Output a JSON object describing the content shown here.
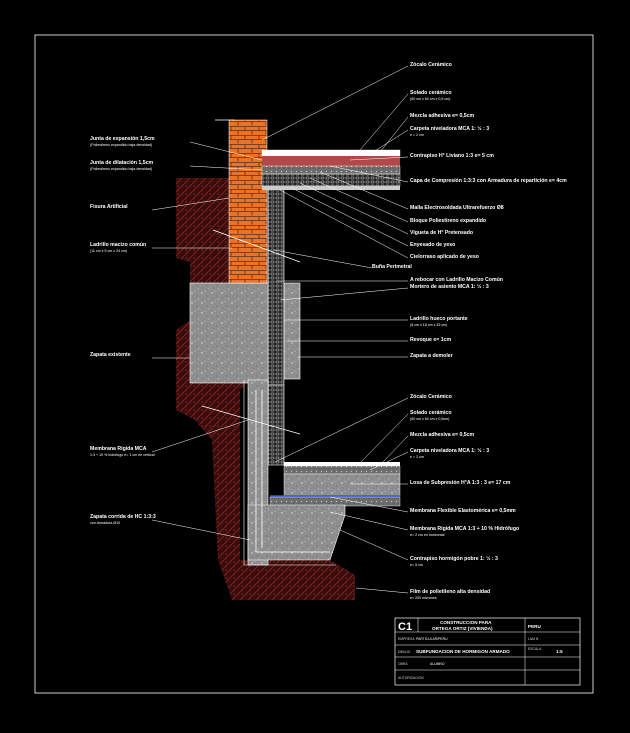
{
  "drawing": {
    "title_block": {
      "sheet_code": "C1",
      "line1": "CONSTRUCCION PARA",
      "line2": "ORTEGA ORTIZ (VIVIENDA)",
      "country": "PERU",
      "field_a_key": "EMPRESA",
      "field_a_val": "PARTICULAR/PERU",
      "field_b_key": "DIBUJO",
      "field_b_val": "SUBFUNDACION DE HORMIGON ARMADO",
      "field_c_key": "OBRA",
      "field_c_val": "ALUMNO",
      "field_d_key": "LAM N",
      "field_d_val": "",
      "field_e_key": "ESCALA",
      "field_e_val": "1:5",
      "field_f_key": "AUTORIZACION",
      "field_f_val": ""
    },
    "labels_right": [
      {
        "text": "Zócalo Cerámico",
        "sub": ""
      },
      {
        "text": "Solado cerámico",
        "sub": "(60 cm x 60 cm x 0,5 cm)"
      },
      {
        "text": "Mezcla adhesiva e= 0,5cm",
        "sub": ""
      },
      {
        "text": "Carpeta niveladora MCA 1: ½ : 3",
        "sub": "e = 2 cm"
      },
      {
        "text": "Contrapiso H° Liviano 1:3 e= 5 cm",
        "sub": ""
      },
      {
        "text": "Capa de Compresión 1:3:3 con Armadura de repartición e= 4cm",
        "sub": ""
      },
      {
        "text": "Malla Electrosoldada Ultrarefuerzo Ø8",
        "sub": ""
      },
      {
        "text": "Bloque Poliestireno expandido",
        "sub": ""
      },
      {
        "text": "Vigueta de H° Pretensado",
        "sub": ""
      },
      {
        "text": "Enyesado de yeso",
        "sub": ""
      },
      {
        "text": "Cielorraso aplicado de yeso",
        "sub": ""
      },
      {
        "text": "Buña Perimetral",
        "sub": ""
      },
      {
        "text": "A rebocar con Ladrillo Macizo Común",
        "sub": ""
      },
      {
        "text": "Mortero de asiento MCA 1: ½ : 3",
        "sub": ""
      },
      {
        "text": "Ladrillo hueco portante",
        "sub": "(8 cm x 18 cm x 33 cm)"
      },
      {
        "text": "Revoque e= 1cm",
        "sub": ""
      },
      {
        "text": "Zapata a demoler",
        "sub": ""
      },
      {
        "text": "Zócalo Cerámico",
        "sub": ""
      },
      {
        "text": "Solado cerámico",
        "sub": "(60 cm x 60 cm x 0,5cm)"
      },
      {
        "text": "Mezcla adhesiva e= 0,5cm",
        "sub": ""
      },
      {
        "text": "Carpeta niveladora MCA 1: ½ : 3",
        "sub": "e = 2 cm"
      },
      {
        "text": "Losa de Subpresión H°A  1:3 : 3  e= 17 cm",
        "sub": ""
      },
      {
        "text": "Membrana Flexible Elastomérica e= 0,5mm",
        "sub": ""
      },
      {
        "text": "Membrana Rígida MCA 1:3 + 10 % Hidrófugo",
        "sub": "e= 2 cm en horizontal"
      },
      {
        "text": "Contrapiso hormigón pobre 1: ½ : 3",
        "sub": "e= 5 cm"
      },
      {
        "text": "Film de polietileno alta densidad",
        "sub": "e= 200 micrones"
      }
    ],
    "labels_left": [
      {
        "text": "Junta de expansión 1,5cm",
        "sub": "(Poliestireno expandido baja densidad)"
      },
      {
        "text": "Junta de dilatación 1,5cm",
        "sub": "(Poliestireno expandido baja densidad)"
      },
      {
        "text": "Fisura Artificial",
        "sub": ""
      },
      {
        "text": "Ladrillo macizo común",
        "sub": "(11 cm x 5 cm x 24 cm)"
      },
      {
        "text": "Zapata existente",
        "sub": ""
      },
      {
        "text": "Membrana Rígida MCA",
        "sub": "1:3 + 10 % hidrófugo e= 1 cm en vertical"
      },
      {
        "text": "Zapata corrida de HC 1:3:3",
        "sub": "con Armadura Ø10"
      }
    ]
  }
}
